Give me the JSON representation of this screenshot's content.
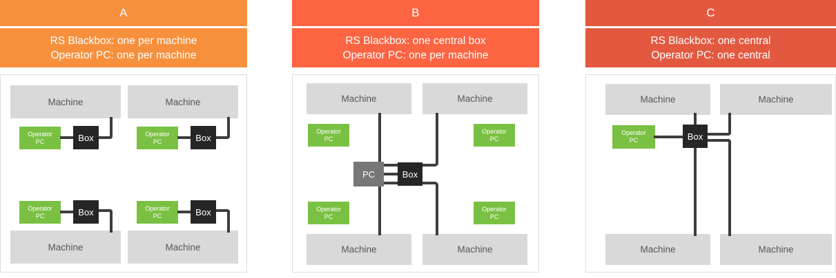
{
  "figure": {
    "type": "architecture-comparison-diagram",
    "panel_count": 3,
    "colors": {
      "panel_a_header": "#F7903D",
      "panel_b_header": "#FC6442",
      "panel_c_header": "#E35940",
      "machine_fill": "#D9D9D9",
      "operator_pc_fill": "#7AC143",
      "blackbox_fill": "#262626",
      "central_pc_fill": "#777777",
      "wire": "#3D3D3D",
      "panel_border": "#DCDCDC"
    }
  },
  "panels": [
    {
      "id": "a",
      "title": "A",
      "subtitle_line1": "RS Blackbox: one per machine",
      "subtitle_line2": "Operator PC: one per machine",
      "blackbox_count": 4,
      "operator_pc_count": 4,
      "machine_count": 4,
      "central_pc": null,
      "nodes": {
        "machine_label": "Machine",
        "operator_pc_line1": "Operator",
        "operator_pc_line2": "PC",
        "box_label": "Box"
      }
    },
    {
      "id": "b",
      "title": "B",
      "subtitle_line1": "RS Blackbox: one central box",
      "subtitle_line2": "Operator PC: one per machine",
      "blackbox_count": 1,
      "operator_pc_count": 4,
      "machine_count": 4,
      "central_pc": "PC",
      "nodes": {
        "machine_label": "Machine",
        "operator_pc_line1": "Operator",
        "operator_pc_line2": "PC",
        "box_label": "Box",
        "pc_label": "PC"
      }
    },
    {
      "id": "c",
      "title": "C",
      "subtitle_line1": "RS Blackbox: one central",
      "subtitle_line2": "Operator PC: one central",
      "blackbox_count": 1,
      "operator_pc_count": 1,
      "machine_count": 4,
      "central_pc": null,
      "nodes": {
        "machine_label": "Machine",
        "operator_pc_line1": "Operator",
        "operator_pc_line2": "PC",
        "box_label": "Box"
      }
    }
  ]
}
